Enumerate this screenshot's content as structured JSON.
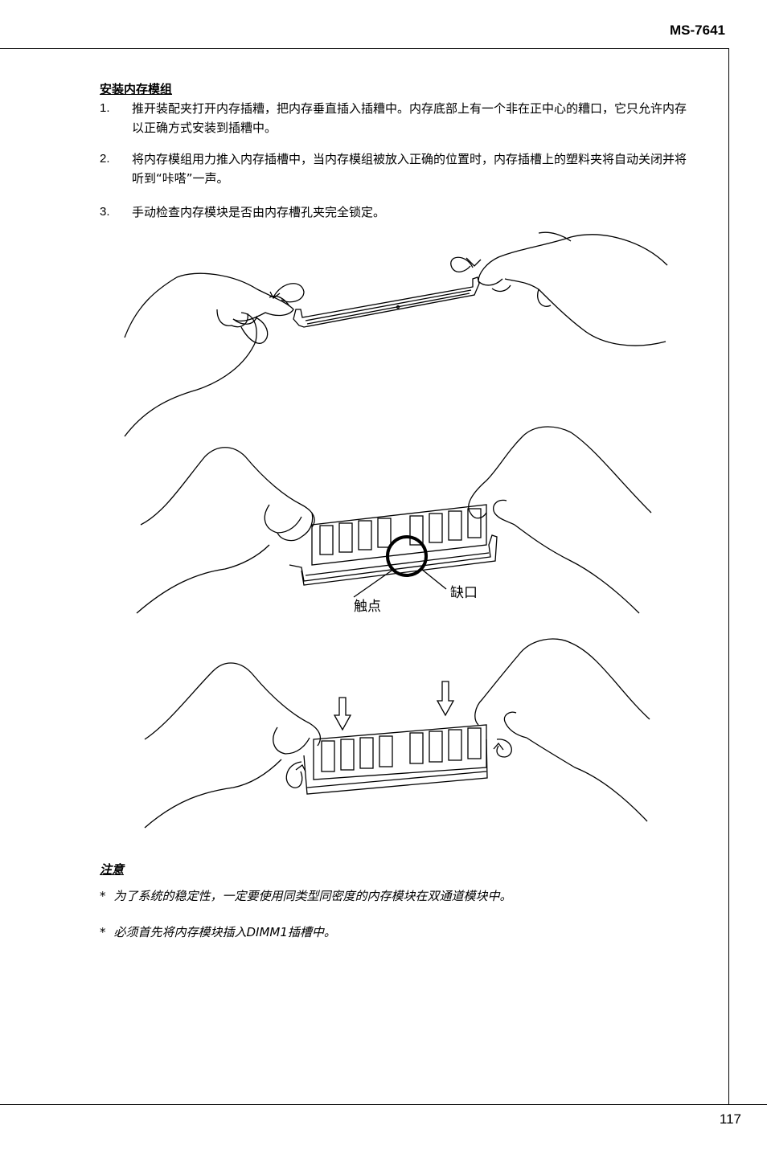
{
  "header": {
    "model": "MS-7641"
  },
  "section": {
    "title": "安装内存模组",
    "steps": [
      {
        "num": "1.",
        "text": "推开装配夹打开内存插糟，把内存垂直插入插糟中。内存底部上有一个非在正中心的糟口，它只允许内存以正确方式安装到插糟中。"
      },
      {
        "num": "2.",
        "text": "将内存模组用力推入内存插槽中，当内存模组被放入正确的位置时，内存插槽上的塑料夹将自动关闭并将听到“咔嗒”一声。"
      },
      {
        "num": "3.",
        "text": "手动检查内存模块是否由内存槽孔夹完全锁定。"
      }
    ]
  },
  "figure": {
    "label_contacts": "触点",
    "label_notch": "缺口"
  },
  "notes": {
    "title": "注意",
    "star": "*",
    "items": [
      "为了系统的稳定性，一定要使用同类型同密度的内存模块在双通道模块中。",
      "必须首先将内存模块插入DIMM1插槽中。"
    ]
  },
  "footer": {
    "page_number": "117"
  }
}
